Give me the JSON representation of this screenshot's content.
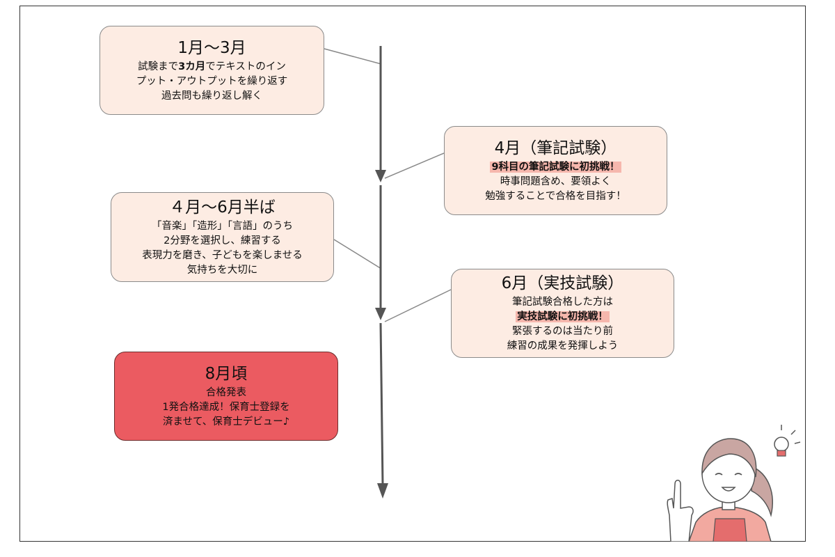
{
  "colors": {
    "box_fill": "#fdece3",
    "final_fill": "#eb5b61",
    "highlight": "#f6b7ad",
    "timeline": "#555555"
  },
  "steps": [
    {
      "title": "1月〜3月",
      "line1_bold": "3カ月",
      "line1_pre": "試験まで",
      "line1_post": "でテキストのイン",
      "line2": "プット・アウトプットを繰り返す",
      "line3": "過去問も繰り返し解く"
    },
    {
      "title": "4月（筆記試験）",
      "highlight": "9科目の筆記試験に初挑戦！",
      "line2": "時事問題含め、要領よく",
      "line3": "勉強することで合格を目指す！"
    },
    {
      "title": "４月〜6月半ば",
      "line1": "「音楽」「造形」「言語」のうち",
      "line2": "2分野を選択し、練習する",
      "line3": "表現力を磨き、子どもを楽しませる",
      "line4": "気持ちを大切に"
    },
    {
      "title": "6月（実技試験）",
      "line1": "筆記試験合格した方は",
      "highlight": "実技試験に初挑戦！",
      "line3": "緊張するのは当たり前",
      "line4": "練習の成果を発揮しよう"
    },
    {
      "title": "8月頃",
      "line1": "合格発表",
      "line2": "1発合格達成！保育士登録を",
      "line3": "済ませて、保育士デビュー♪"
    }
  ],
  "icons": {
    "person": "woman-pointing-icon",
    "bulb": "lightbulb-icon"
  }
}
